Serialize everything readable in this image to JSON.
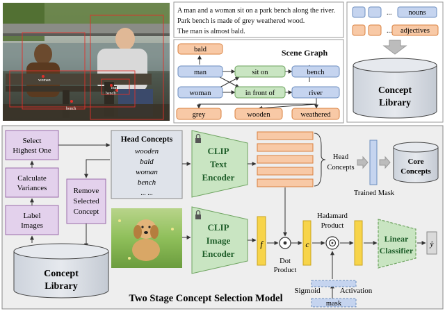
{
  "photo": {
    "labels": [
      "woman",
      "bench",
      "bench",
      "man"
    ]
  },
  "captions": [
    "A man and a woman sit on a park bench along the river.",
    "Park bench is made of grey weathered wood.",
    "The man is almost bald."
  ],
  "scene_graph": {
    "title": "Scene Graph",
    "nodes": {
      "bald": "bald",
      "man": "man",
      "woman": "woman",
      "sit_on": "sit on",
      "in_front_of": "in front of",
      "bench": "bench",
      "river": "river",
      "grey": "grey",
      "wooden": "wooden",
      "weathered": "weathered"
    }
  },
  "legend": {
    "nouns_dots": "...",
    "nouns": "nouns",
    "adjectives_dots": "...",
    "adjectives": "adjectives"
  },
  "concept_library_top": {
    "line1": "Concept",
    "line2": "Library"
  },
  "left_flow": {
    "select": [
      "Select",
      "Highest One"
    ],
    "variances": [
      "Calculate",
      "Variances"
    ],
    "label": [
      "Label",
      "Images"
    ],
    "remove": [
      "Remove",
      "Selected",
      "Concept"
    ]
  },
  "head_concepts": {
    "title": "Head Concepts",
    "items": [
      "wooden",
      "bald",
      "woman",
      "bench",
      "... ..."
    ]
  },
  "concept_library_bottom": {
    "line1": "Concept",
    "line2": "Library"
  },
  "clip_text": [
    "CLIP",
    "Text",
    "Encoder"
  ],
  "clip_image": [
    "CLIP",
    "Image",
    "Encoder"
  ],
  "head_concepts_label": [
    "Head",
    "Concepts"
  ],
  "core_concepts": [
    "Core",
    "Concepts"
  ],
  "trained_mask": "Trained Mask",
  "symbols": {
    "f": "f",
    "c": "c",
    "yhat": "ŷ"
  },
  "dot_product": [
    "Dot",
    "Product"
  ],
  "hadamard": [
    "Hadamard",
    "Product"
  ],
  "linear_classifier": [
    "Linear",
    "Classifier"
  ],
  "sigmoid": "Sigmoid",
  "activation": "Activation",
  "mask": "mask",
  "bottom_title": "Two Stage Concept Selection Model",
  "colors": {
    "blue_fill": "#c5d4ef",
    "blue_stroke": "#6c8ebf",
    "orange_fill": "#f8c9a6",
    "orange_stroke": "#d9803f",
    "green_fill": "#c9e5c2",
    "green_stroke": "#6da35f",
    "purple_fill": "#e3d1ec",
    "purple_stroke": "#9a6aaa",
    "yellow_fill": "#f7d44a",
    "gray_fill": "#dfe3ea",
    "panel_fill": "#eeeeee"
  },
  "icons": [
    "lock-icon",
    "lock-icon",
    "dot-product-icon",
    "hadamard-icon",
    "arrow-down-icon"
  ]
}
